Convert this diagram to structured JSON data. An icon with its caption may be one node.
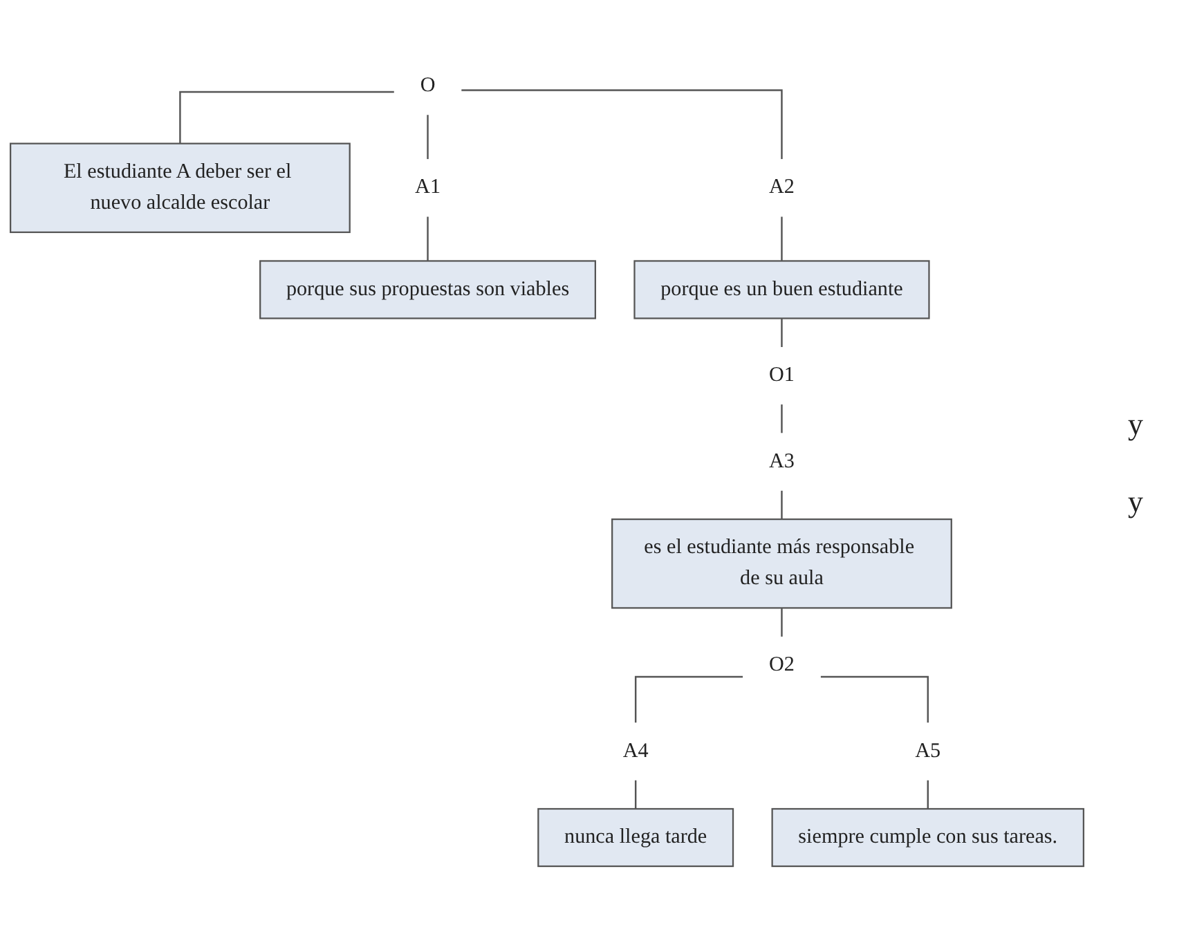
{
  "diagram": {
    "nodes": [
      {
        "text": [
          "O"
        ]
      },
      {
        "text": [
          "El estudiante A deber ser el nuevo alcalde escolar"
        ]
      },
      {
        "text": [
          "A1"
        ]
      },
      {
        "text": [
          "A2"
        ]
      },
      {
        "text": [
          "porque sus propuestas son viables"
        ]
      },
      {
        "text": [
          "porque es un buen estudiante"
        ]
      },
      {
        "text": [
          "O1"
        ]
      },
      {
        "text": [
          "A3"
        ]
      },
      {
        "text": [
          "es el estudiante más responsable de su aula"
        ]
      },
      {
        "text": [
          "O2"
        ]
      },
      {
        "text": [
          "A4"
        ]
      },
      {
        "text": [
          "A5"
        ]
      },
      {
        "text": [
          "nunca llega tarde"
        ]
      },
      {
        "text": [
          "siempre cumple con sus tareas."
        ]
      }
    ],
    "edges": [
      {
        "from": 0,
        "to": 1,
        "arrow": "none"
      },
      {
        "from": 0,
        "to": 2,
        "arrow": "none"
      },
      {
        "from": 0,
        "to": 3,
        "arrow": "none"
      },
      {
        "from": 2,
        "to": 4,
        "arrow": "none"
      },
      {
        "from": 3,
        "to": 5,
        "arrow": "none"
      },
      {
        "from": 5,
        "to": 6,
        "arrow": "none"
      },
      {
        "from": 6,
        "to": 7,
        "arrow": "none"
      },
      {
        "from": 7,
        "to": 8,
        "arrow": "none"
      },
      {
        "from": 8,
        "to": 9,
        "arrow": "none"
      },
      {
        "from": 9,
        "to": 10,
        "arrow": "none"
      },
      {
        "from": 9,
        "to": 11,
        "arrow": "none"
      },
      {
        "from": 10,
        "to": 12,
        "arrow": "none"
      },
      {
        "from": 11,
        "to": 13,
        "arrow": "none"
      }
    ],
    "labels": [
      "y",
      "y"
    ]
  }
}
